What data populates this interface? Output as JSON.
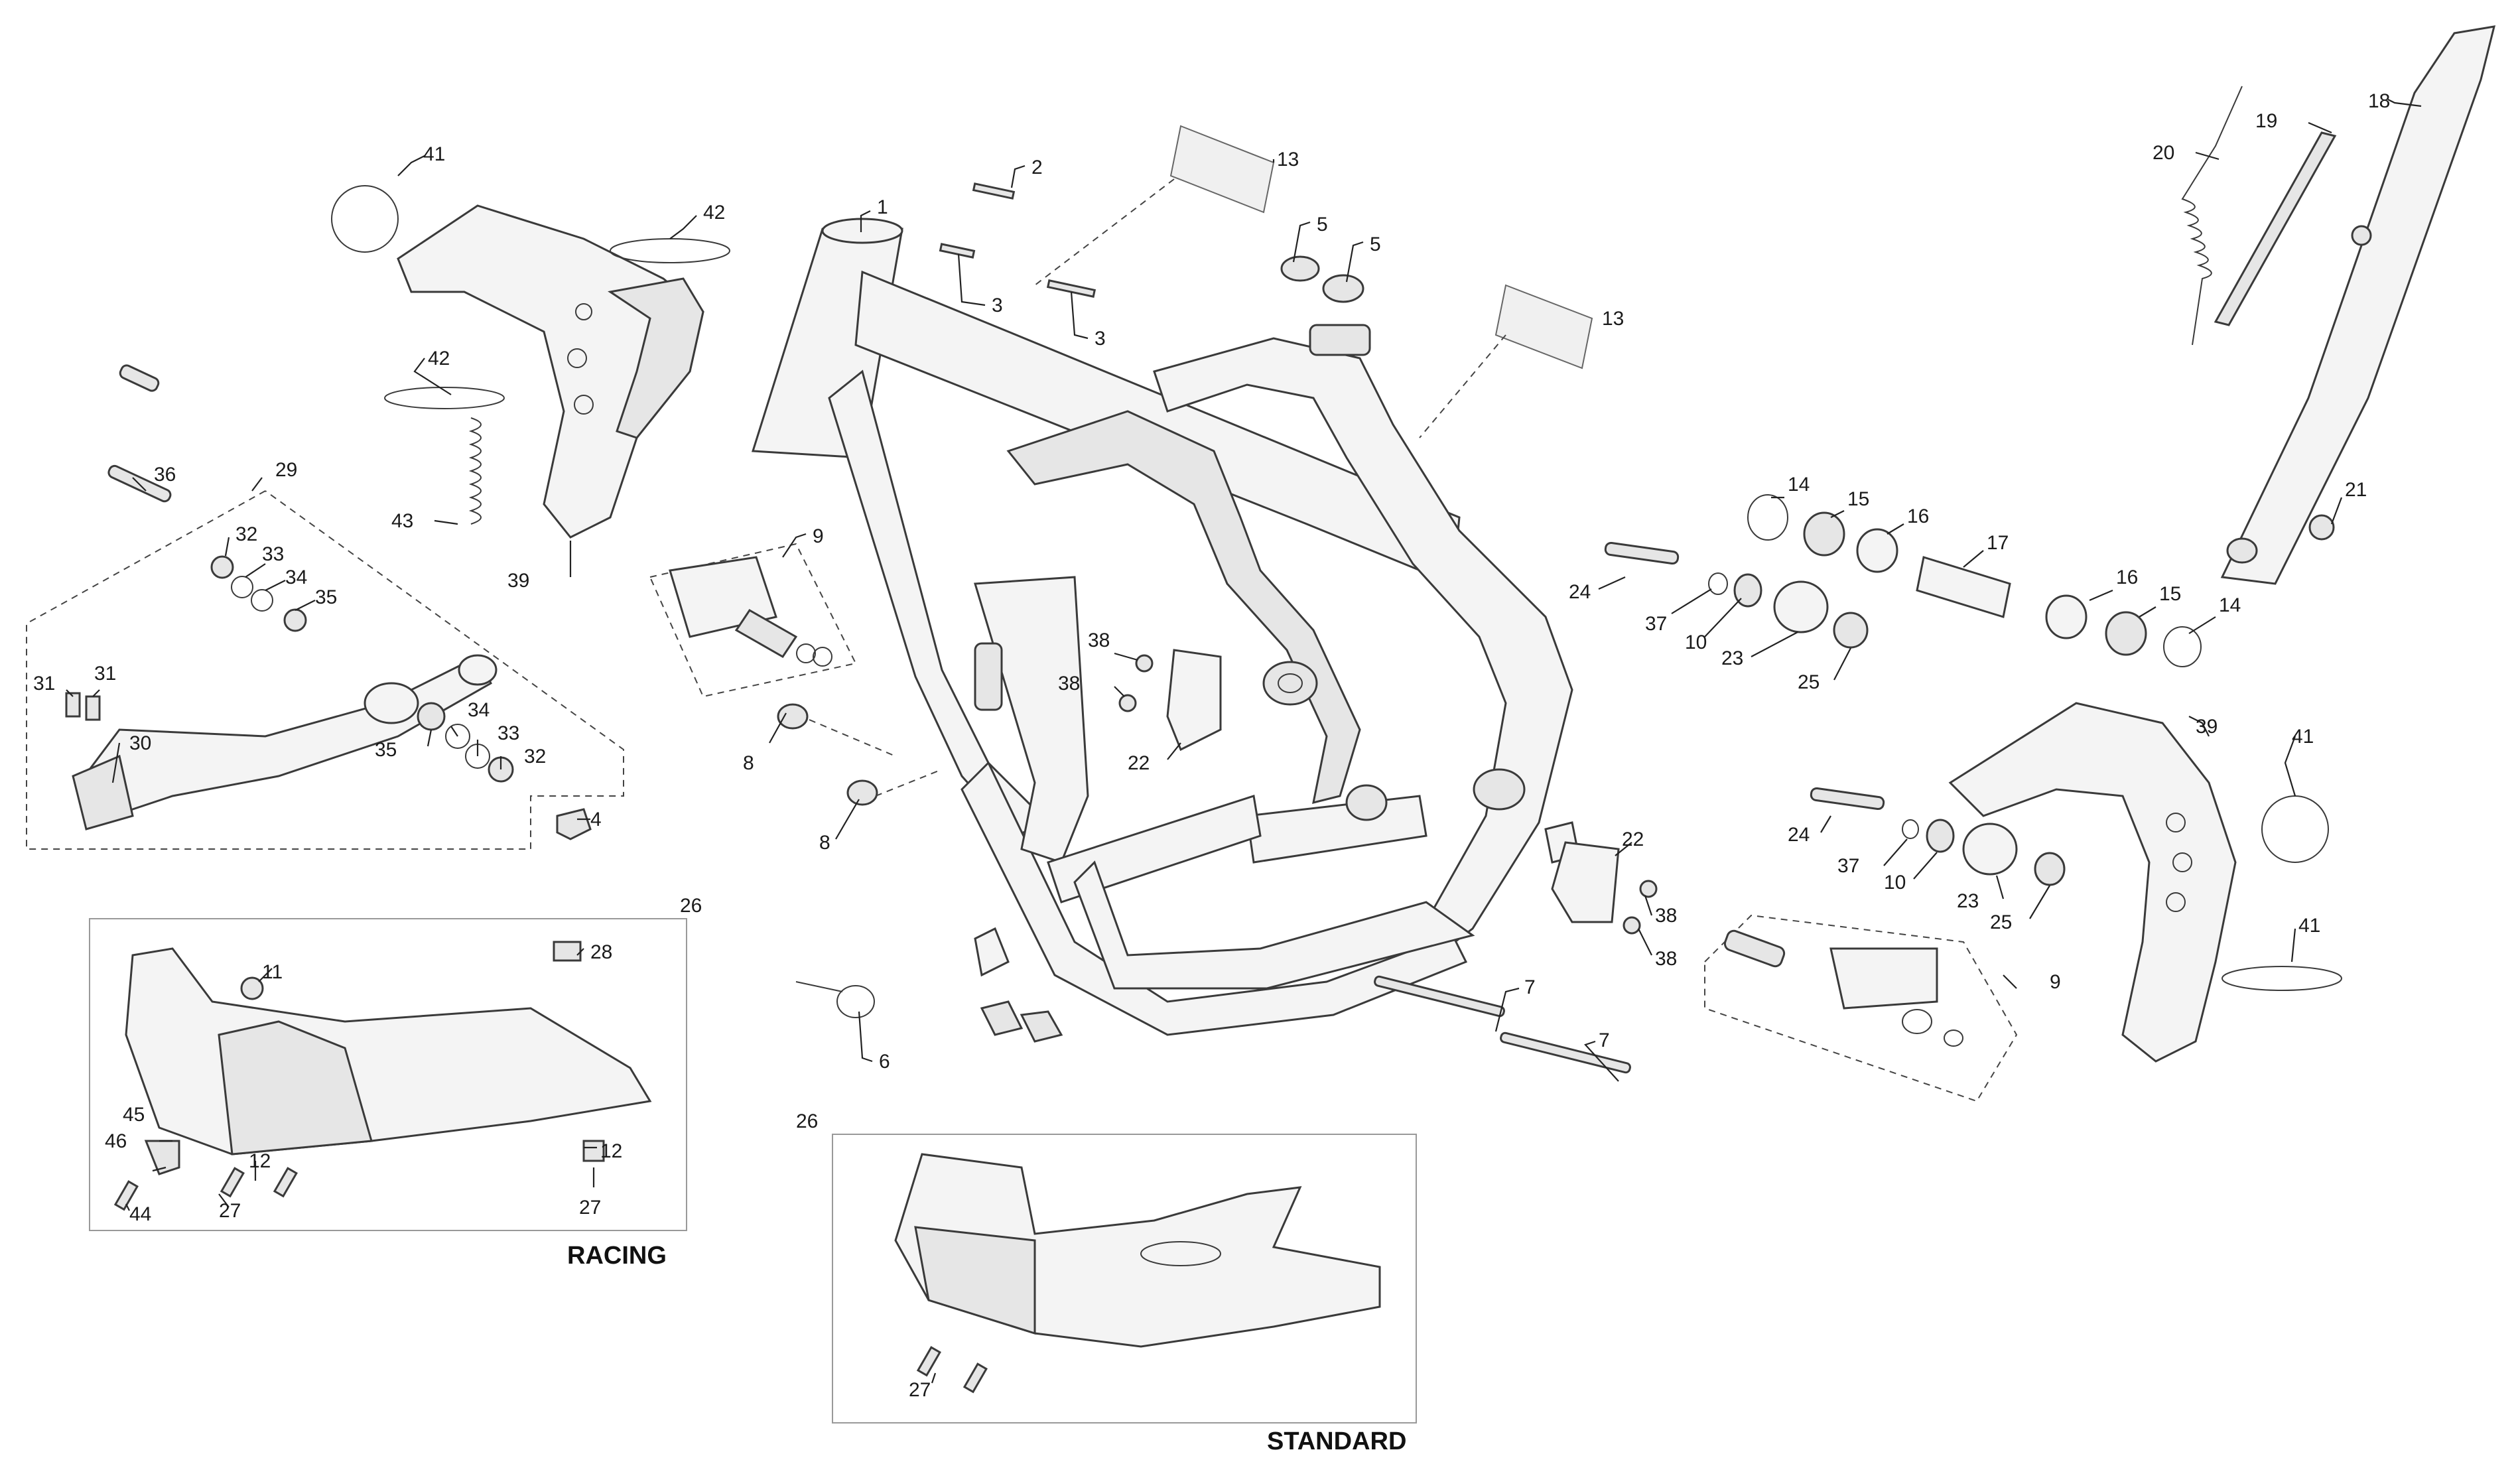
{
  "callouts": [
    {
      "id": "c1",
      "label": "1"
    },
    {
      "id": "c2",
      "label": "2"
    },
    {
      "id": "c3a",
      "label": "3"
    },
    {
      "id": "c3b",
      "label": "3"
    },
    {
      "id": "c4",
      "label": "4"
    },
    {
      "id": "c5a",
      "label": "5"
    },
    {
      "id": "c5b",
      "label": "5"
    },
    {
      "id": "c6",
      "label": "6"
    },
    {
      "id": "c7a",
      "label": "7"
    },
    {
      "id": "c7b",
      "label": "7"
    },
    {
      "id": "c8a",
      "label": "8"
    },
    {
      "id": "c8b",
      "label": "8"
    },
    {
      "id": "c9a",
      "label": "9"
    },
    {
      "id": "c9b",
      "label": "9"
    },
    {
      "id": "c10a",
      "label": "10"
    },
    {
      "id": "c10b",
      "label": "10"
    },
    {
      "id": "c11",
      "label": "11"
    },
    {
      "id": "c12a",
      "label": "12"
    },
    {
      "id": "c12b",
      "label": "12"
    },
    {
      "id": "c13a",
      "label": "13"
    },
    {
      "id": "c13b",
      "label": "13"
    },
    {
      "id": "c14a",
      "label": "14"
    },
    {
      "id": "c14b",
      "label": "14"
    },
    {
      "id": "c15a",
      "label": "15"
    },
    {
      "id": "c15b",
      "label": "15"
    },
    {
      "id": "c16a",
      "label": "16"
    },
    {
      "id": "c16b",
      "label": "16"
    },
    {
      "id": "c17",
      "label": "17"
    },
    {
      "id": "c18",
      "label": "18"
    },
    {
      "id": "c19",
      "label": "19"
    },
    {
      "id": "c20",
      "label": "20"
    },
    {
      "id": "c21",
      "label": "21"
    },
    {
      "id": "c22a",
      "label": "22"
    },
    {
      "id": "c22b",
      "label": "22"
    },
    {
      "id": "c23a",
      "label": "23"
    },
    {
      "id": "c23b",
      "label": "23"
    },
    {
      "id": "c24a",
      "label": "24"
    },
    {
      "id": "c24b",
      "label": "24"
    },
    {
      "id": "c25a",
      "label": "25"
    },
    {
      "id": "c25b",
      "label": "25"
    },
    {
      "id": "c26a",
      "label": "26"
    },
    {
      "id": "c26b",
      "label": "26"
    },
    {
      "id": "c27a",
      "label": "27"
    },
    {
      "id": "c27b",
      "label": "27"
    },
    {
      "id": "c27c",
      "label": "27"
    },
    {
      "id": "c28",
      "label": "28"
    },
    {
      "id": "c29",
      "label": "29"
    },
    {
      "id": "c30",
      "label": "30"
    },
    {
      "id": "c31a",
      "label": "31"
    },
    {
      "id": "c31b",
      "label": "31"
    },
    {
      "id": "c32a",
      "label": "32"
    },
    {
      "id": "c32b",
      "label": "32"
    },
    {
      "id": "c33a",
      "label": "33"
    },
    {
      "id": "c33b",
      "label": "33"
    },
    {
      "id": "c34a",
      "label": "34"
    },
    {
      "id": "c34b",
      "label": "34"
    },
    {
      "id": "c35a",
      "label": "35"
    },
    {
      "id": "c35b",
      "label": "35"
    },
    {
      "id": "c36",
      "label": "36"
    },
    {
      "id": "c37a",
      "label": "37"
    },
    {
      "id": "c37b",
      "label": "37"
    },
    {
      "id": "c38a",
      "label": "38"
    },
    {
      "id": "c38b",
      "label": "38"
    },
    {
      "id": "c38c",
      "label": "38"
    },
    {
      "id": "c38d",
      "label": "38"
    },
    {
      "id": "c39a",
      "label": "39"
    },
    {
      "id": "c39b",
      "label": "39"
    },
    {
      "id": "c41a",
      "label": "41"
    },
    {
      "id": "c41b",
      "label": "41"
    },
    {
      "id": "c41c",
      "label": "41"
    },
    {
      "id": "c42a",
      "label": "42"
    },
    {
      "id": "c42b",
      "label": "42"
    },
    {
      "id": "c43",
      "label": "43"
    },
    {
      "id": "c44",
      "label": "44"
    },
    {
      "id": "c45",
      "label": "45"
    },
    {
      "id": "c46",
      "label": "46"
    }
  ],
  "captions": {
    "racing": "RACING",
    "standard": "STANDARD"
  }
}
